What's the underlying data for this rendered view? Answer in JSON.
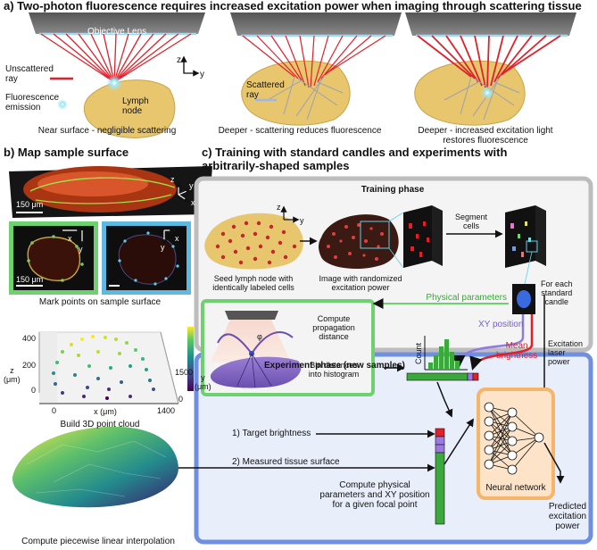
{
  "panel_a": {
    "title": "a) Two-photon fluorescence requires increased excitation power when imaging through scattering tissue",
    "objective_label": "Objective Lens",
    "unscattered_label": "Unscattered\nray",
    "fluorescence_label": "Fluorescence\nemission",
    "lymph_node_label": "Lymph\nnode",
    "scattered_label": "Scattered\nray",
    "axis_z": "z",
    "axis_y": "y",
    "caption_1": "Near surface - negligible scattering",
    "caption_2": "Deeper - scattering reduces fluorescence",
    "caption_3": "Deeper - increased excitation light\nrestores fluorescence"
  },
  "panel_b": {
    "title": "b) Map sample surface",
    "scale_150": "150 μm",
    "scale_150b": "150 μm",
    "ax_z": "z",
    "ax_y": "y",
    "ax_x": "x",
    "mark_caption": "Mark points on sample surface",
    "cloud_caption": "Build 3D point cloud",
    "interp_caption": "Compute piecewise linear interpolation",
    "plot_zlabel": "z\n(μm)",
    "plot_xlabel": "x (μm)",
    "plot_ylabel": "y\n(μm)",
    "z_ticks": [
      "400",
      "200",
      "0"
    ],
    "x_ticks": [
      "0",
      "1400"
    ],
    "y_ticks": [
      "1500",
      "0"
    ]
  },
  "panel_c": {
    "title": "c) Training with standard candles and experiments with\narbitrarily-shaped samples",
    "training_title": "Training phase",
    "seed_caption": "Seed lymph node with\nidentically labeled cells",
    "image_caption": "Image with randomized\nexcitation power",
    "segment_label": "Segment\ncells",
    "standard_candle": "For each\nstandard\ncandle",
    "physical_params": "Physical parameters",
    "compute_prop": "Compute\npropagation\ndistance",
    "bin_dist": "Bin distances\ninto histogram",
    "count_label": "Count",
    "xy_position": "XY position",
    "mean_brightness": "Mean\nbrightness",
    "excitation_laser": "Excitation\nlaser\npower",
    "phi": "φ",
    "experiment_title": "Experiment phase (new samples)",
    "target_brightness": "1) Target brightness",
    "measured_surface": "2) Measured tissue surface",
    "compute_physical": "Compute physical\nparameters and XY position\nfor a given focal point",
    "neural_network": "Neural network",
    "predicted": "Predicted\nexcitation\npower"
  },
  "colors": {
    "node_fill": "#e8c66e",
    "ray_red": "#e0202a",
    "scatter_blue": "#9bb8e8",
    "green_box": "#6fd06f",
    "blue_box": "#6f8fe0",
    "orange_box": "#f5b56a",
    "gray_box": "#bdbdbd"
  }
}
